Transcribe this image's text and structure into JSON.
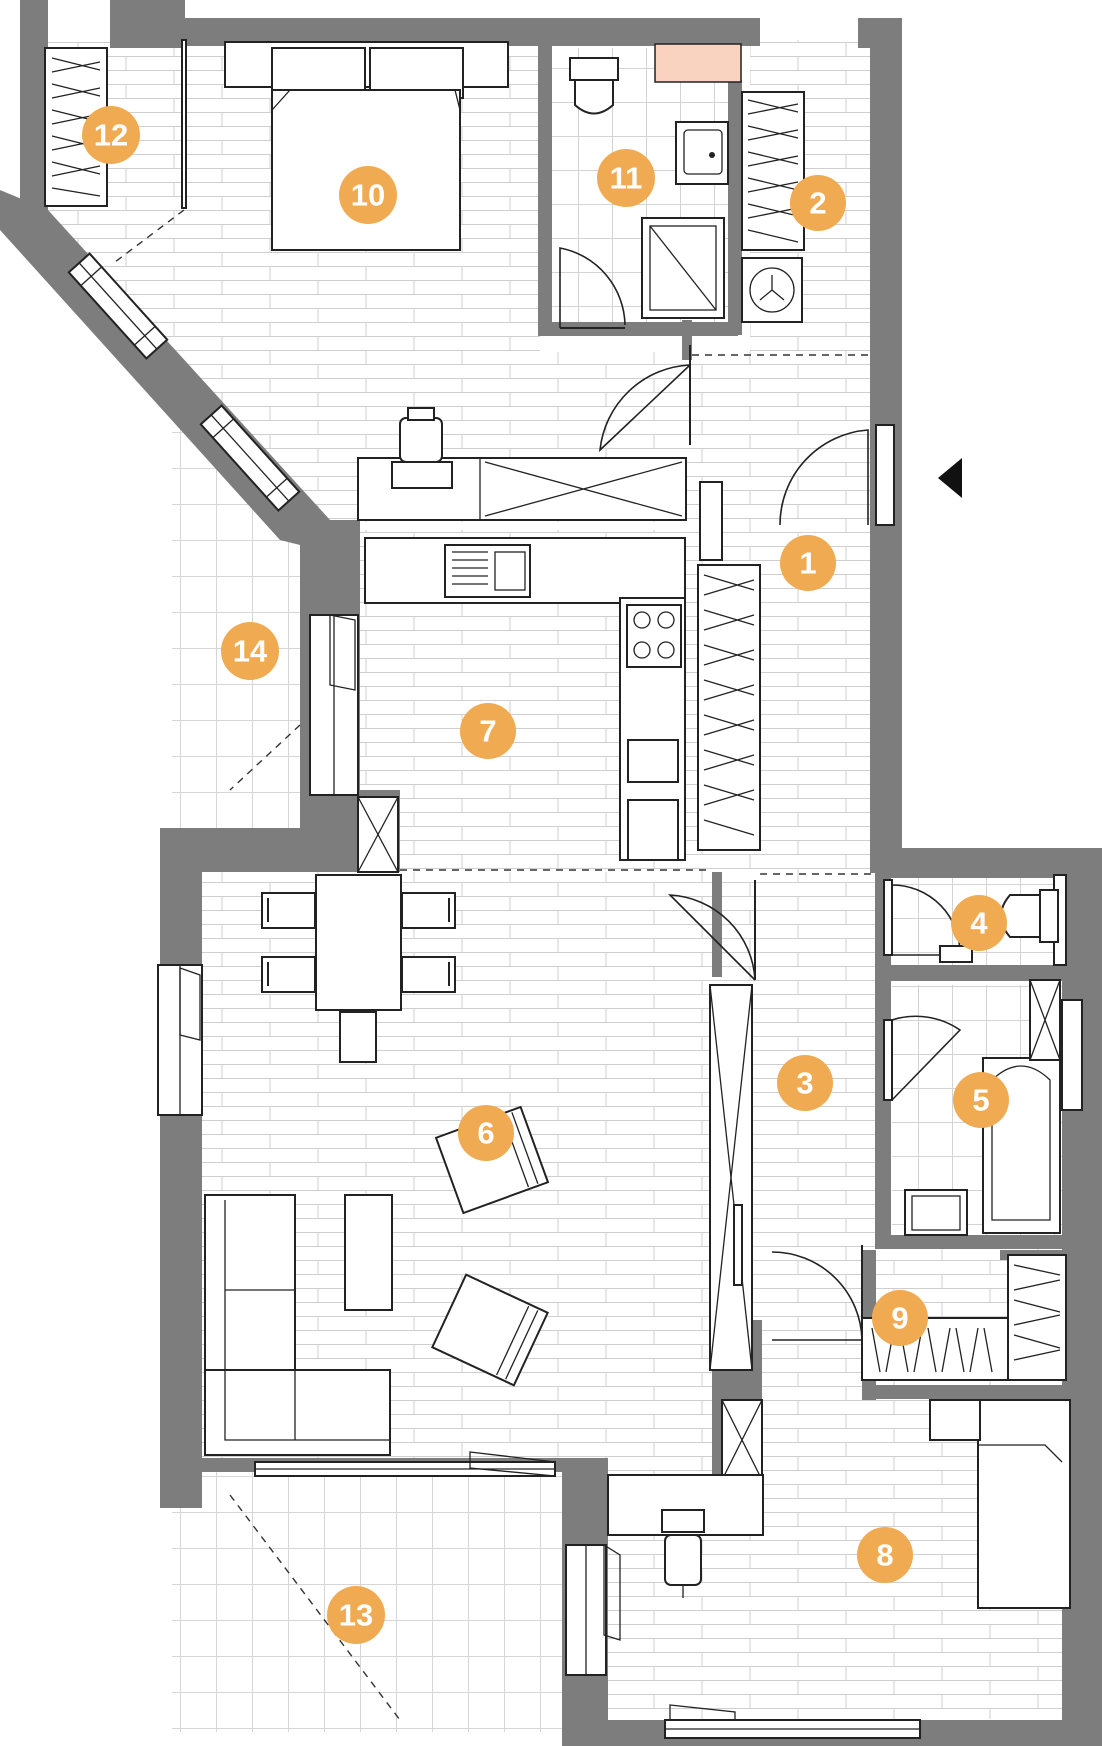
{
  "colors": {
    "wall": "#7d7d7d",
    "badge": "#f0ab52",
    "badge_text": "#ffffff",
    "floor_line": "#c9c9c9",
    "highlight_block": "#f9d3bf"
  },
  "icons": [
    "entrance-arrow-icon",
    "washing-machine-icon",
    "stove-icon",
    "sink-icon",
    "toilet-icon",
    "bathtub-icon",
    "shower-icon"
  ],
  "rooms": [
    {
      "id": "room-1",
      "label": "1"
    },
    {
      "id": "room-2",
      "label": "2"
    },
    {
      "id": "room-3",
      "label": "3"
    },
    {
      "id": "room-4",
      "label": "4"
    },
    {
      "id": "room-5",
      "label": "5"
    },
    {
      "id": "room-6",
      "label": "6"
    },
    {
      "id": "room-7",
      "label": "7"
    },
    {
      "id": "room-8",
      "label": "8"
    },
    {
      "id": "room-9",
      "label": "9"
    },
    {
      "id": "room-10",
      "label": "10"
    },
    {
      "id": "room-11",
      "label": "11"
    },
    {
      "id": "room-12",
      "label": "12"
    },
    {
      "id": "room-13",
      "label": "13"
    },
    {
      "id": "room-14",
      "label": "14"
    }
  ]
}
